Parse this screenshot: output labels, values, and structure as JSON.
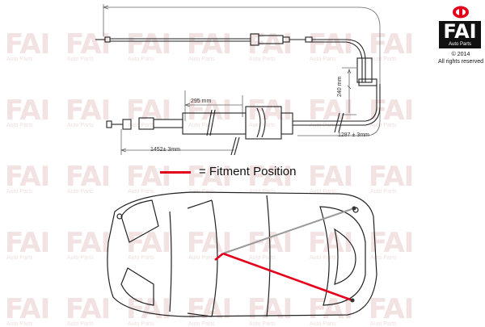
{
  "watermark": {
    "brand": "FAI",
    "sub": "Auto Parts"
  },
  "logo": {
    "brand": "FAI",
    "sub": "Auto Parts",
    "copyright": "© 2014",
    "rights": "All rights reserved"
  },
  "dimensions": {
    "inner_length": "295 mm",
    "vertical": "240 mm",
    "overall": "1452± 3mm",
    "outer": "1287 ± 3mm"
  },
  "legend": {
    "label": "= Fitment Position",
    "color": "#e4001b"
  },
  "colors": {
    "cable": "#222222",
    "dimension": "#666666",
    "fitment": "#e4001b",
    "other_route": "#9a9a9a"
  }
}
